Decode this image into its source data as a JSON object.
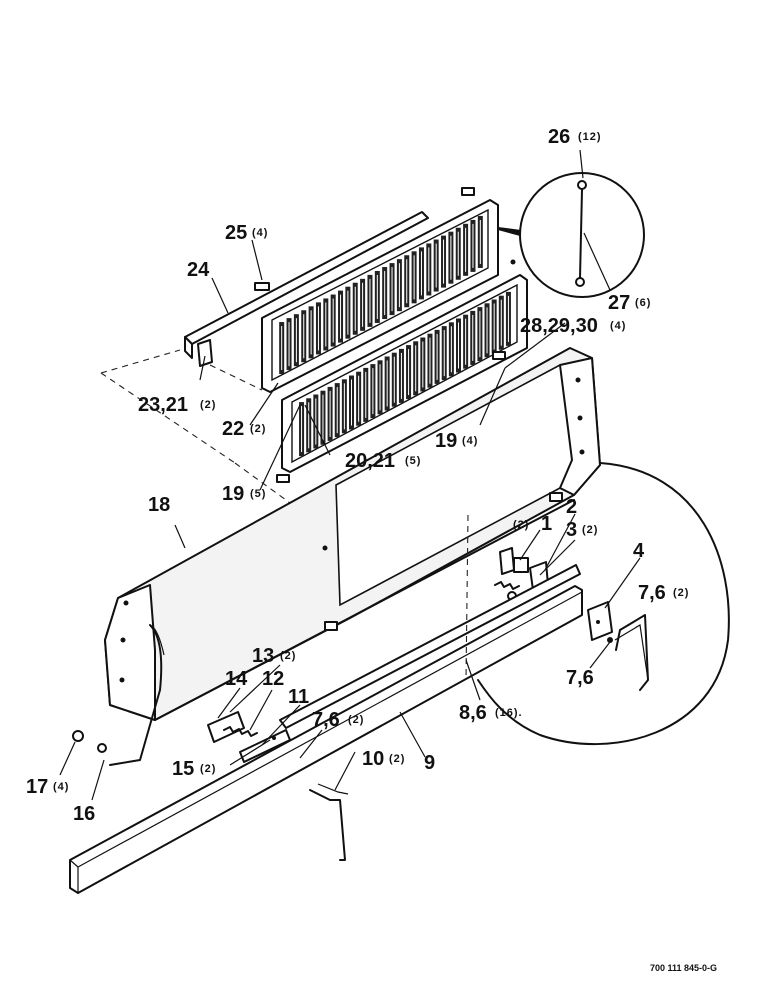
{
  "part_number": "700 111 845-0-G",
  "callouts": [
    {
      "id": "c26",
      "num": "26",
      "qty": "(12)"
    },
    {
      "id": "c25",
      "num": "25",
      "qty": "(4)"
    },
    {
      "id": "c24",
      "num": "24",
      "qty": ""
    },
    {
      "id": "c27",
      "num": "27",
      "qty": "(6)"
    },
    {
      "id": "c28",
      "num": "28,29,30",
      "qty": "(4)"
    },
    {
      "id": "c23",
      "num": "23,21",
      "qty": "(2)"
    },
    {
      "id": "c22",
      "num": "22",
      "qty": "(2)"
    },
    {
      "id": "c19b",
      "num": "19",
      "qty": "(4)"
    },
    {
      "id": "c20",
      "num": "20,21",
      "qty": "(5)"
    },
    {
      "id": "c19a",
      "num": "19",
      "qty": "(5)"
    },
    {
      "id": "c18",
      "num": "18",
      "qty": ""
    },
    {
      "id": "c2",
      "num": "2",
      "qty": ""
    },
    {
      "id": "c1",
      "num": "1",
      "qty": "(2)"
    },
    {
      "id": "c3",
      "num": "3",
      "qty": "(2)"
    },
    {
      "id": "c4",
      "num": "4",
      "qty": ""
    },
    {
      "id": "c76a",
      "num": "7,6",
      "qty": "(2)"
    },
    {
      "id": "c13",
      "num": "13",
      "qty": "(2)"
    },
    {
      "id": "c14",
      "num": "14",
      "qty": ""
    },
    {
      "id": "c12",
      "num": "12",
      "qty": ""
    },
    {
      "id": "c11",
      "num": "11",
      "qty": ""
    },
    {
      "id": "c76b",
      "num": "7,6",
      "qty": ""
    },
    {
      "id": "c86",
      "num": "8,6",
      "qty": "(16)."
    },
    {
      "id": "c76c",
      "num": "7,6",
      "qty": "(2)"
    },
    {
      "id": "c15",
      "num": "15",
      "qty": "(2)"
    },
    {
      "id": "c10",
      "num": "10",
      "qty": "(2)"
    },
    {
      "id": "c9",
      "num": "9",
      "qty": ""
    },
    {
      "id": "c17",
      "num": "17",
      "qty": "(4)"
    },
    {
      "id": "c16",
      "num": "16",
      "qty": ""
    }
  ]
}
